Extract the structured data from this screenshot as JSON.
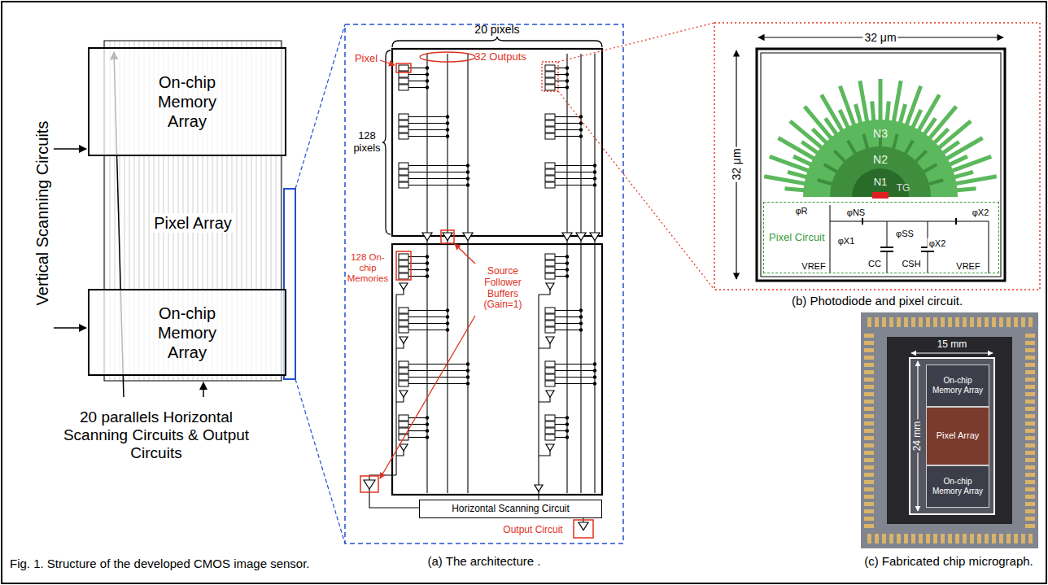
{
  "diagram": {
    "caption": "Fig. 1. Structure of the developed CMOS image sensor.",
    "nodes": [
      {
        "text": [
          "On-chip Memory Array"
        ]
      },
      {
        "text": [
          "Pixel Array"
        ]
      },
      {
        "text": [
          "On-chip Memory Array"
        ]
      },
      {
        "text": [
          "Horizontal Scanning Circuit"
        ]
      },
      {
        "text": [
          "Pixel Circuit"
        ]
      },
      {
        "text": [
          "On-chip Memory Array"
        ]
      },
      {
        "text": [
          "Pixel Array"
        ]
      },
      {
        "text": [
          "On-chip Memory Array"
        ]
      }
    ],
    "labels": [
      "Vertical Scanning Circuits",
      "20 parallels Horizontal Scanning Circuits & Output Circuits",
      "20 pixels",
      "32 Outputs",
      "Pixel",
      "128 pixels",
      "128 On-chip Memories",
      "Source Follower Buffers (Gain=1)",
      "Output Circuit",
      "(a) The architecture .",
      "32 μm",
      "32 μm",
      "N3",
      "N2",
      "N1",
      "TG",
      "φR",
      "φNS",
      "φSS",
      "φX2",
      "φX1",
      "φX2",
      "VREF",
      "CC",
      "CSH",
      "VREF",
      "(b) Photodiode and pixel circuit.",
      "15 mm",
      "24 mm",
      "(c) Fabricated chip micrograph."
    ]
  }
}
